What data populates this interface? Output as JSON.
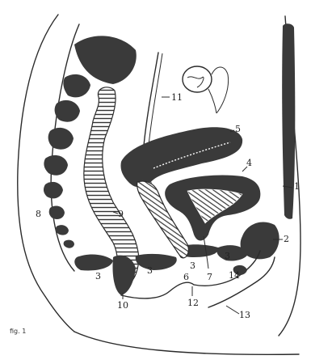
{
  "figure": {
    "caption": "fig. 1",
    "labels": {
      "l1": "1",
      "l2": "2",
      "l3a": "3",
      "l3b": "3",
      "l3c": "3",
      "l3d": "3",
      "l4": "4",
      "l5": "5",
      "l6": "6",
      "l7": "7",
      "l8": "8",
      "l9": "9",
      "l10": "10",
      "l11": "11",
      "l12": "12",
      "l13": "13",
      "l14": "14"
    }
  }
}
